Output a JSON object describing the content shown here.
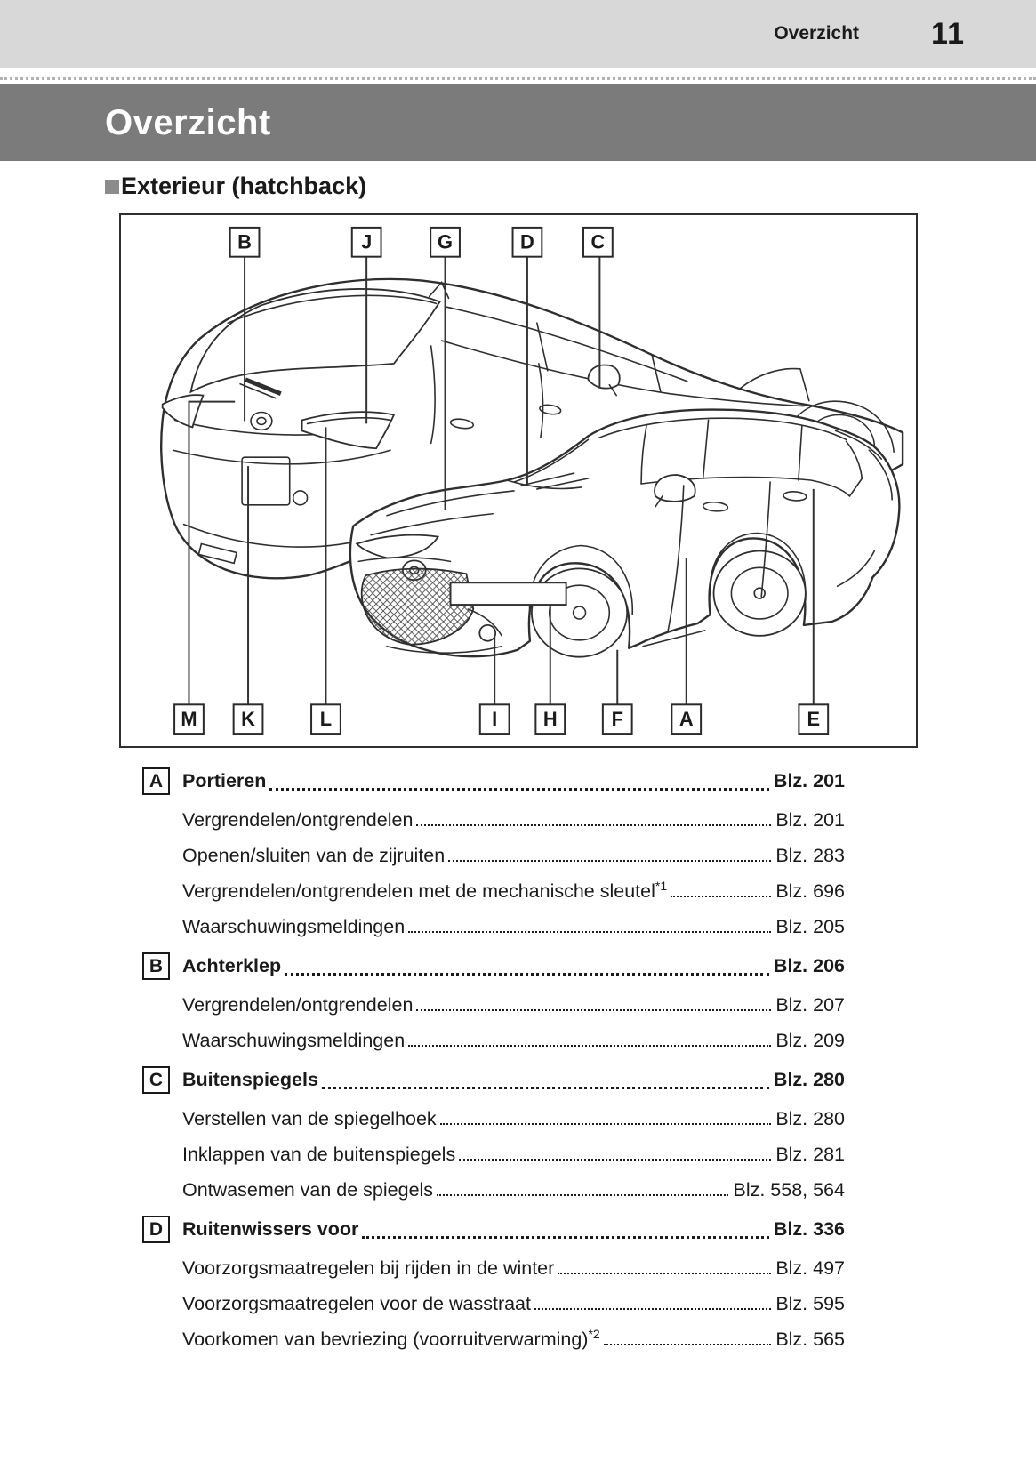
{
  "colors": {
    "header_band": "#d8d8d8",
    "banner": "#7b7b7b",
    "bullet": "#8c8c8c",
    "text": "#1a1a1a",
    "line": "#2f2f2f"
  },
  "header": {
    "chapter_label": "Overzicht",
    "page_number": "11"
  },
  "banner_title": "Overzicht",
  "section_heading": "Exterieur (hatchback)",
  "diagram": {
    "top_labels": [
      "B",
      "J",
      "G",
      "D",
      "C"
    ],
    "bottom_labels": [
      "M",
      "K",
      "L",
      "I",
      "H",
      "F",
      "A",
      "E"
    ]
  },
  "toc": {
    "sections": [
      {
        "letter": "A",
        "title": "Portieren",
        "page": "Blz. 201",
        "items": [
          {
            "label": "Vergrendelen/ontgrendelen",
            "page": "Blz. 201"
          },
          {
            "label": "Openen/sluiten van de zijruiten",
            "page": "Blz. 283"
          },
          {
            "label": "Vergrendelen/ontgrendelen met de mechanische sleutel",
            "sup": "*1",
            "page": "Blz. 696"
          },
          {
            "label": "Waarschuwingsmeldingen",
            "page": "Blz. 205"
          }
        ]
      },
      {
        "letter": "B",
        "title": "Achterklep",
        "page": "Blz. 206",
        "items": [
          {
            "label": "Vergrendelen/ontgrendelen",
            "page": "Blz. 207"
          },
          {
            "label": "Waarschuwingsmeldingen",
            "page": "Blz. 209"
          }
        ]
      },
      {
        "letter": "C",
        "title": "Buitenspiegels",
        "page": "Blz. 280",
        "items": [
          {
            "label": "Verstellen van de spiegelhoek",
            "page": "Blz. 280"
          },
          {
            "label": "Inklappen van de buitenspiegels",
            "page": "Blz. 281"
          },
          {
            "label": "Ontwasemen van de spiegels",
            "page": "Blz. 558, 564"
          }
        ]
      },
      {
        "letter": "D",
        "title": "Ruitenwissers voor",
        "page": "Blz. 336",
        "items": [
          {
            "label": "Voorzorgsmaatregelen bij rijden in de winter",
            "page": "Blz. 497"
          },
          {
            "label": "Voorzorgsmaatregelen voor de wasstraat",
            "page": "Blz. 595"
          },
          {
            "label": "Voorkomen van bevriezing (voorruitverwarming)",
            "sup": "*2",
            "page": "Blz. 565"
          }
        ]
      }
    ]
  }
}
